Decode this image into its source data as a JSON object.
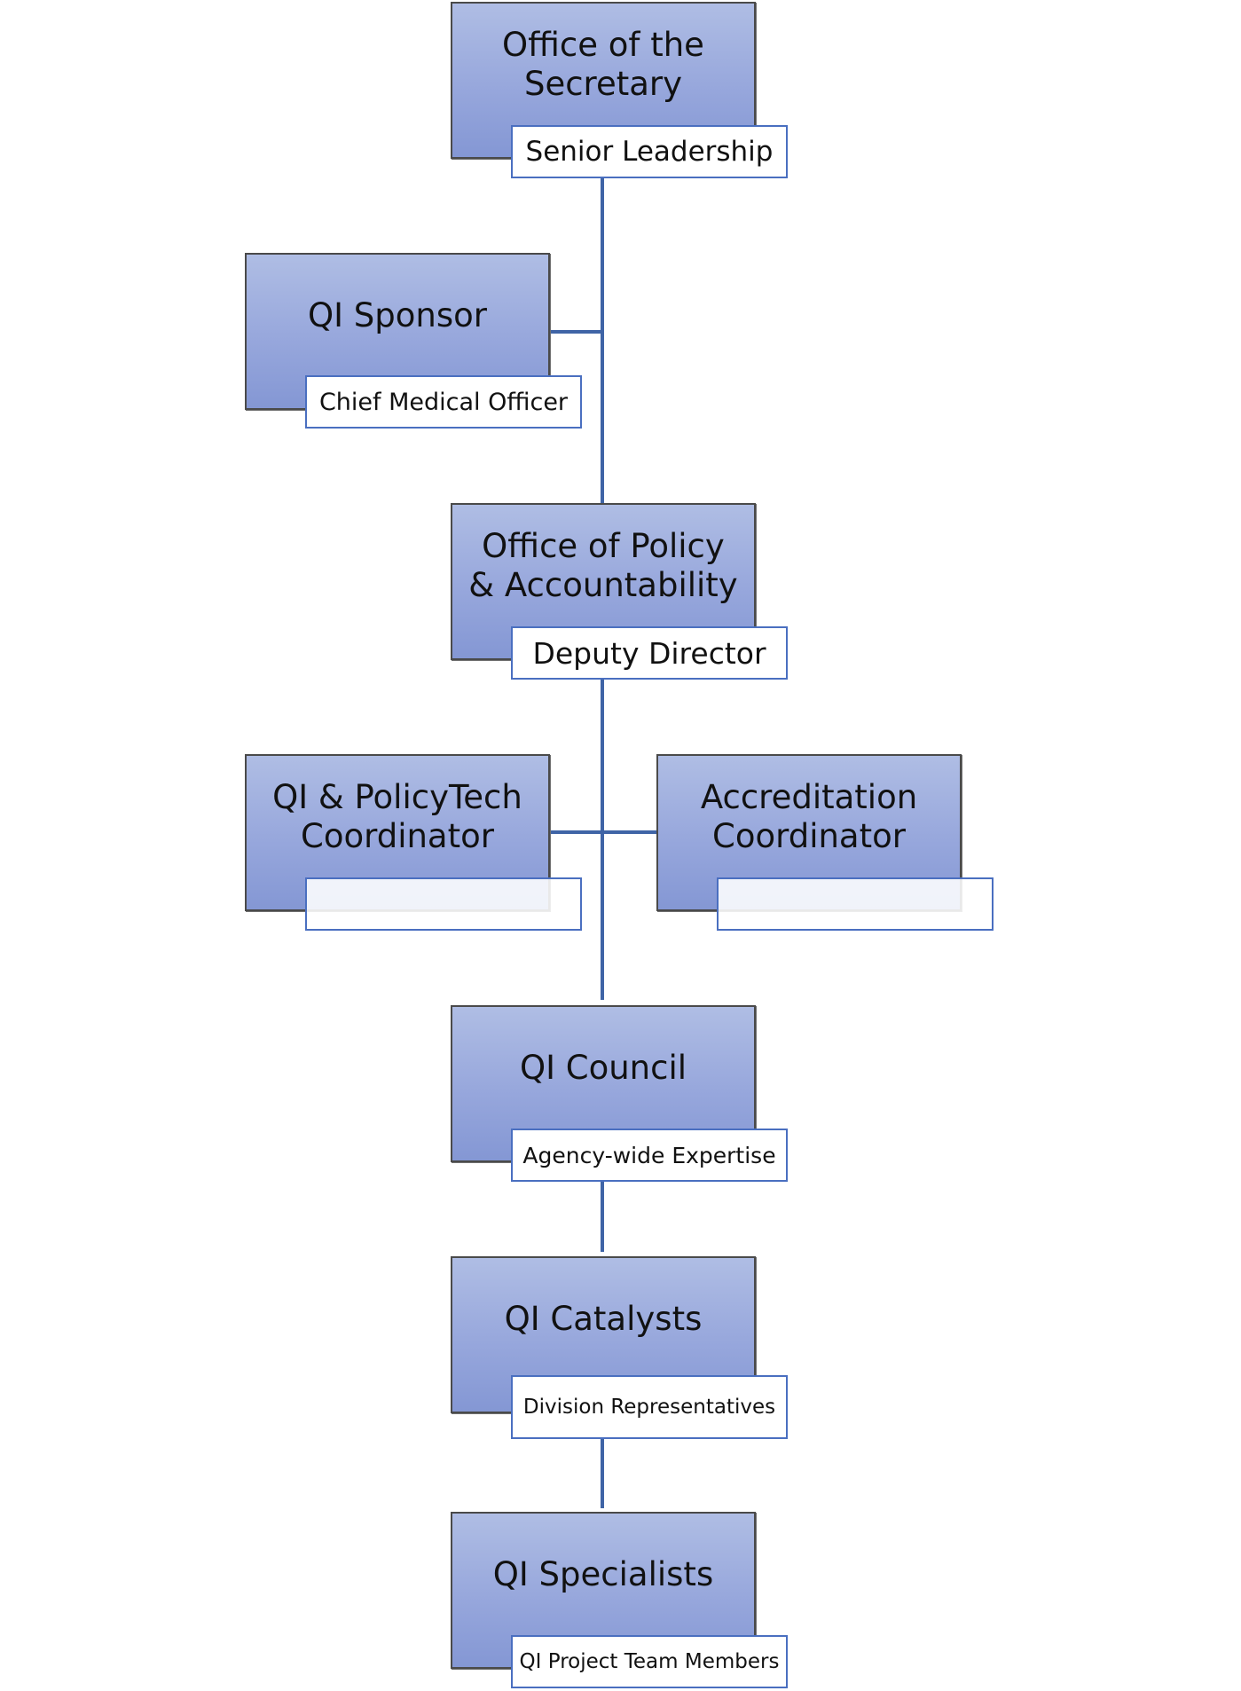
{
  "org_chart": {
    "nodes": [
      {
        "id": "secretary",
        "title": "Office of the\nSecretary",
        "role": "Senior Leadership"
      },
      {
        "id": "sponsor",
        "title": "QI Sponsor",
        "role": "Chief Medical Officer"
      },
      {
        "id": "policy",
        "title": "Office of Policy\n& Accountability",
        "role": "Deputy Director"
      },
      {
        "id": "policytech",
        "title": "QI & PolicyTech\nCoordinator",
        "role": ""
      },
      {
        "id": "accreditation",
        "title": "Accreditation\nCoordinator",
        "role": ""
      },
      {
        "id": "council",
        "title": "QI Council",
        "role": "Agency-wide Expertise"
      },
      {
        "id": "catalysts",
        "title": "QI Catalysts",
        "role": "Division Representatives"
      },
      {
        "id": "specialists",
        "title": "QI Specialists",
        "role": "QI Project Team Members"
      }
    ],
    "connections": [
      {
        "from": "secretary",
        "to": "sponsor",
        "kind": "assistant"
      },
      {
        "from": "secretary",
        "to": "policy",
        "kind": "child"
      },
      {
        "from": "policy",
        "to": "policytech",
        "kind": "assistant"
      },
      {
        "from": "policy",
        "to": "accreditation",
        "kind": "assistant"
      },
      {
        "from": "policy",
        "to": "council",
        "kind": "child"
      },
      {
        "from": "council",
        "to": "catalysts",
        "kind": "child"
      },
      {
        "from": "catalysts",
        "to": "specialists",
        "kind": "child"
      }
    ],
    "colors": {
      "node_fill_top": "#afbde4",
      "node_fill_bottom": "#8497d4",
      "node_border": "#4a4a4a",
      "role_border": "#4a6fc0",
      "connector": "#3f64a6"
    }
  }
}
